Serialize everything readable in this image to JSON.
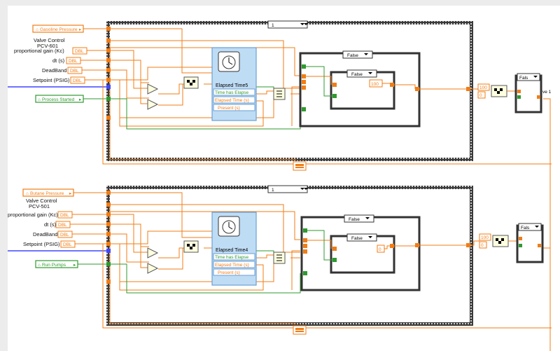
{
  "loops": [
    {
      "id": "gasoline",
      "input_label": "Gasoline Pressure",
      "valve_label_1": "Valve Control",
      "valve_label_2": "PCV-601",
      "gain_label": "proportional gain (Kc)",
      "dt_label": "dt (s)",
      "deadband_label": "DeadBand",
      "setpoint_label": "Setpoint (PSIG)",
      "bool_label": "Process Started",
      "dbl_tag": "DBL",
      "seq_selector": "1",
      "elapsed_title": "Elapsed Time5",
      "elapsed_out1": "Time has Elapse",
      "elapsed_out2": "Elapsed Time (s)",
      "elapsed_out3": "Present (s)",
      "case_outer": "False",
      "case_inner": "False",
      "inner_const": "100",
      "const_a": "100",
      "const_b": "0",
      "right_case": "Fals",
      "right_tag": "ve 1"
    },
    {
      "id": "butane",
      "input_label": "Butane Pressure",
      "valve_label_1": "Valve Control",
      "valve_label_2": "PCV-501",
      "gain_label": "proportional gain (Kc)",
      "dt_label": "dt (s)",
      "deadband_label": "DeadBand",
      "setpoint_label": "Setpoint (PSIG)",
      "bool_label": "Run Pumps",
      "dbl_tag": "DBL",
      "seq_selector": "1",
      "elapsed_title": "Elapsed Time4",
      "elapsed_out1": "Time has Elapse",
      "elapsed_out2": "Elapsed Time (s)",
      "elapsed_out3": "Present (s)",
      "case_outer": "False",
      "case_inner": "False",
      "inner_const": "0",
      "const_a": "100",
      "const_b": "0",
      "right_case": "Fals",
      "right_tag": ""
    }
  ],
  "colors": {
    "dbl_wire": "#f07d16",
    "bool_wire": "#2f9a2f",
    "cluster_wire": "#3f47ff",
    "frame_border": "#3a3a3a",
    "express_bg": "#bfdcf5",
    "express_border": "#6a9fd4"
  }
}
